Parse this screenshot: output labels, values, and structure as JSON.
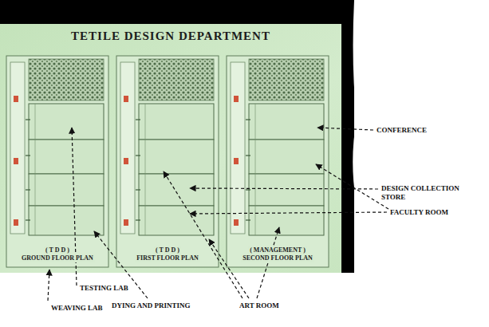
{
  "diagram": {
    "title": "TETILE DESIGN DEPARTMENT",
    "nodes": [
      {
        "text": [
          "( T D D )",
          "GROUND FLOOR PLAN"
        ]
      },
      {
        "text": [
          "( T D D )",
          "FIRST FLOOR PLAN"
        ]
      },
      {
        "text": [
          "( MANAGEMENT )",
          "SECOND FLOOR PLAN"
        ]
      }
    ],
    "labels": [
      "CONFERENCE",
      "DESIGN COLLECTION STORE",
      "FACULTY ROOM",
      "TESTING LAB",
      "WEAVING LAB",
      "DYING AND PRINTING",
      "ART ROOM"
    ]
  }
}
